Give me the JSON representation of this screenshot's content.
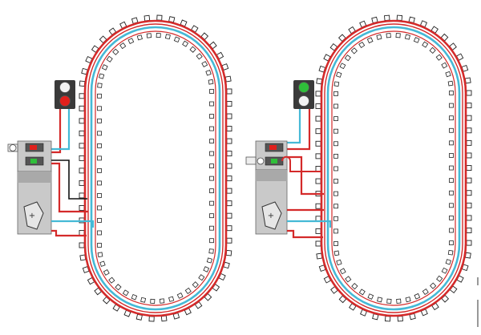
{
  "colors": {
    "background": "#ffffff",
    "rail_outer": "#d42a2a",
    "rail_inner": "#45b9d6",
    "sleeper": "#222222",
    "control_box": "#c9c9c9",
    "control_box_dark": "#a9a9a9",
    "signal_body": "#3a3a3a",
    "lamp_red": "#e0201c",
    "lamp_green": "#2fbf3a",
    "lamp_off": "#f2f2f2",
    "feeder": "#111111"
  },
  "layouts": [
    {
      "id": "left",
      "signal_lit": "red",
      "control_switch": "red",
      "icons": {
        "control_unit": "transformer-icon",
        "signal": "signal-icon",
        "track": "oval-track-icon"
      }
    },
    {
      "id": "right",
      "signal_lit": "green",
      "control_switch": "green",
      "icons": {
        "control_unit": "transformer-icon",
        "signal": "signal-icon",
        "track": "oval-track-icon"
      }
    }
  ]
}
